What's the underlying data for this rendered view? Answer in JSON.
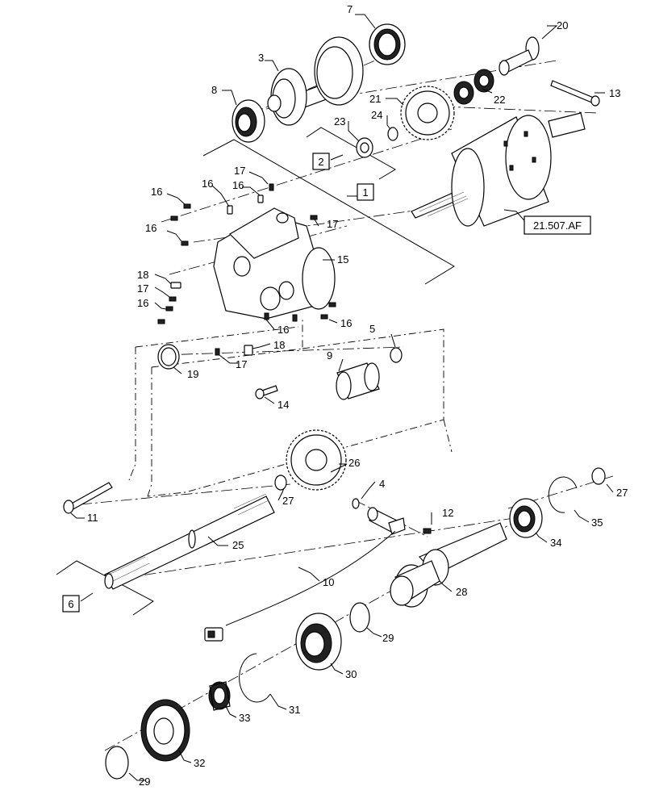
{
  "parts": [
    {
      "id": "p1",
      "label": "1"
    },
    {
      "id": "p2",
      "label": "2"
    },
    {
      "id": "p3",
      "label": "3"
    },
    {
      "id": "p4",
      "label": "4"
    },
    {
      "id": "p5",
      "label": "5"
    },
    {
      "id": "p6",
      "label": "6"
    },
    {
      "id": "p7",
      "label": "7"
    },
    {
      "id": "p8",
      "label": "8"
    },
    {
      "id": "p9",
      "label": "9"
    },
    {
      "id": "p10",
      "label": "10"
    },
    {
      "id": "p11",
      "label": "11"
    },
    {
      "id": "p12",
      "label": "12"
    },
    {
      "id": "p13",
      "label": "13"
    },
    {
      "id": "p14",
      "label": "14"
    },
    {
      "id": "p15",
      "label": "15"
    },
    {
      "id": "p16a",
      "label": "16"
    },
    {
      "id": "p16b",
      "label": "16"
    },
    {
      "id": "p16c",
      "label": "16"
    },
    {
      "id": "p16d",
      "label": "16"
    },
    {
      "id": "p16e",
      "label": "16"
    },
    {
      "id": "p16f",
      "label": "16"
    },
    {
      "id": "p16g",
      "label": "16"
    },
    {
      "id": "p17a",
      "label": "17"
    },
    {
      "id": "p17b",
      "label": "17"
    },
    {
      "id": "p17c",
      "label": "17"
    },
    {
      "id": "p17d",
      "label": "17"
    },
    {
      "id": "p18a",
      "label": "18"
    },
    {
      "id": "p18b",
      "label": "18"
    },
    {
      "id": "p19",
      "label": "19"
    },
    {
      "id": "p20",
      "label": "20"
    },
    {
      "id": "p21",
      "label": "21"
    },
    {
      "id": "p22",
      "label": "22"
    },
    {
      "id": "p23",
      "label": "23"
    },
    {
      "id": "p24",
      "label": "24"
    },
    {
      "id": "p25",
      "label": "25"
    },
    {
      "id": "p26",
      "label": "26"
    },
    {
      "id": "p27a",
      "label": "27"
    },
    {
      "id": "p27b",
      "label": "27"
    },
    {
      "id": "p28",
      "label": "28"
    },
    {
      "id": "p29a",
      "label": "29"
    },
    {
      "id": "p29b",
      "label": "29"
    },
    {
      "id": "p30",
      "label": "30"
    },
    {
      "id": "p31",
      "label": "31"
    },
    {
      "id": "p32",
      "label": "32"
    },
    {
      "id": "p33",
      "label": "33"
    },
    {
      "id": "p34",
      "label": "34"
    },
    {
      "id": "p35",
      "label": "35"
    }
  ],
  "reference": {
    "label": "21.507.AF"
  }
}
